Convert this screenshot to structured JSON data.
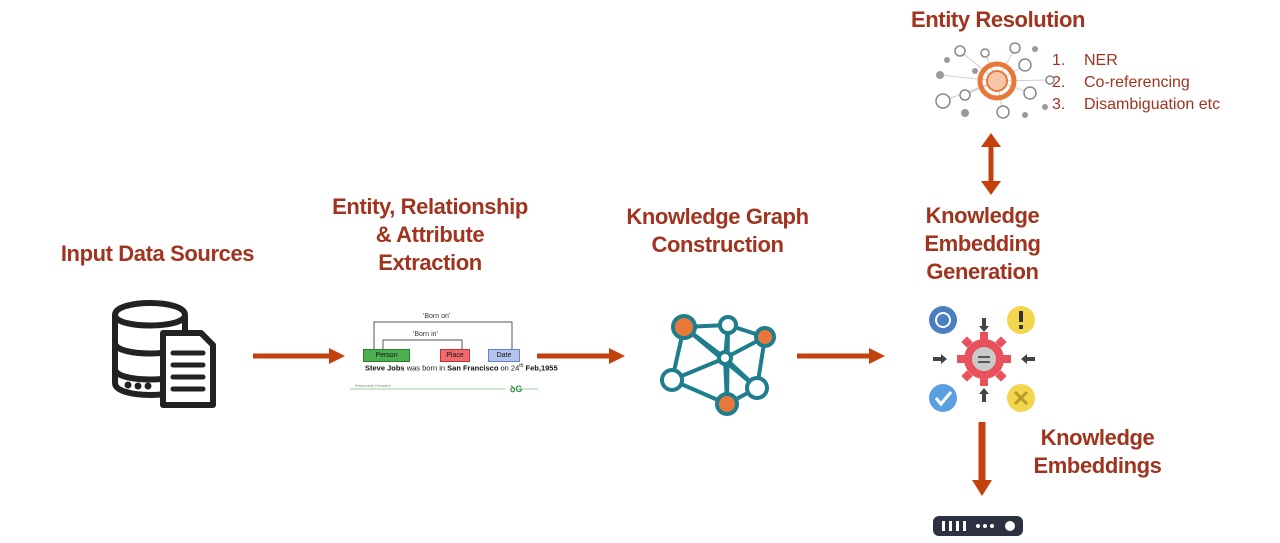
{
  "stages": {
    "input": {
      "lines": [
        "Input Data Sources"
      ]
    },
    "extraction": {
      "lines": [
        "Entity, Relationship",
        "& Attribute",
        "Extraction"
      ]
    },
    "construction": {
      "lines": [
        "Knowledge Graph",
        "Construction"
      ]
    },
    "embedding_generation": {
      "lines": [
        "Knowledge",
        "Embedding",
        "Generation"
      ]
    },
    "embeddings": {
      "lines": [
        "Knowledge",
        "Embeddings"
      ]
    },
    "entity_resolution": {
      "title": "Entity Resolution",
      "steps": [
        {
          "num": "1.",
          "text": "NER"
        },
        {
          "num": "2.",
          "text": "Co-referencing"
        },
        {
          "num": "3.",
          "text": "Disambiguation etc"
        }
      ]
    }
  },
  "example": {
    "relation_outer": "'Born on'",
    "relation_inner": "'Born in'",
    "tags": [
      "Person",
      "Place",
      "Date"
    ],
    "sentence": {
      "part1": "Steve Jobs",
      "part2": " was born in ",
      "part3": "San Francisco",
      "part4": " on 24",
      "sup": "th",
      "part5": " Feb,1955"
    },
    "footer_text": "Relationship Extraction"
  },
  "colors": {
    "title": "#a0341f",
    "arrow": "#c2410c",
    "orange_node": "#e8773a",
    "teal": "#1f7e8c",
    "person_tag": "#4caf50",
    "place_tag": "#ef6b6b",
    "date_tag": "#9fb3e8"
  }
}
